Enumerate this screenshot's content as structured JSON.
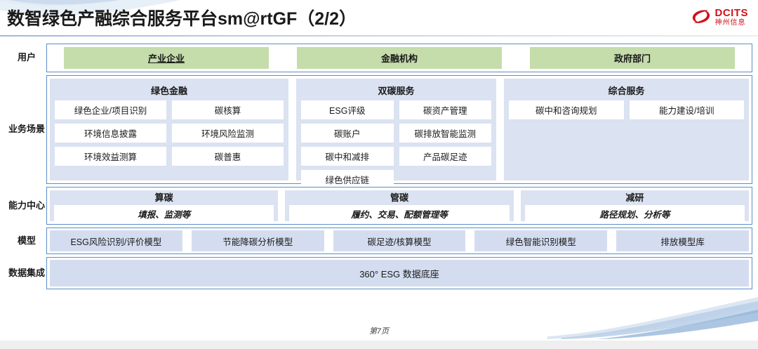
{
  "header": {
    "title": "数智绿色产融综合服务平台sm@rtGF（2/2）",
    "logo_en": "DCITS",
    "logo_cn": "神州信息",
    "logo_color": "#d0121b"
  },
  "colors": {
    "frame_border": "#5b8fc9",
    "user_box": "#c5dcab",
    "group_bg": "#dbe2f1",
    "chip_bg": "#d4ddf0",
    "item_bg": "#ffffff"
  },
  "rows": {
    "users": {
      "label": "用户",
      "items": [
        {
          "label": "产业企业",
          "underlined": true
        },
        {
          "label": "金融机构",
          "underlined": false
        },
        {
          "label": "政府部门",
          "underlined": false
        }
      ]
    },
    "scenarios": {
      "label": "业务场景",
      "groups": [
        {
          "title": "绿色金融",
          "items": [
            "绿色企业/项目识别",
            "碳核算",
            "环境信息披露",
            "环境风险监测",
            "环境效益测算",
            "碳普惠"
          ]
        },
        {
          "title": "双碳服务",
          "items": [
            "ESG评级",
            "碳资产管理",
            "碳账户",
            "碳排放智能监测",
            "碳中和减排",
            "产品碳足迹",
            "绿色供应链"
          ]
        },
        {
          "title": "综合服务",
          "items": [
            "碳中和咨询规划",
            "能力建设/培训"
          ]
        }
      ]
    },
    "capability": {
      "label": "能力中心",
      "groups": [
        {
          "title": "算碳",
          "subtitle": "填报、监测等"
        },
        {
          "title": "管碳",
          "subtitle": "履约、交易、配额管理等"
        },
        {
          "title": "减研",
          "subtitle": "路径规划、分析等"
        }
      ]
    },
    "models": {
      "label": "模型",
      "items": [
        "ESG风险识别/评价模型",
        "节能降碳分析模型",
        "碳足迹/核算模型",
        "绿色智能识别模型",
        "排放模型库"
      ]
    },
    "data": {
      "label": "数据集成",
      "items": [
        "360° ESG 数据底座"
      ]
    }
  },
  "footer": {
    "page_label": "第7页"
  }
}
